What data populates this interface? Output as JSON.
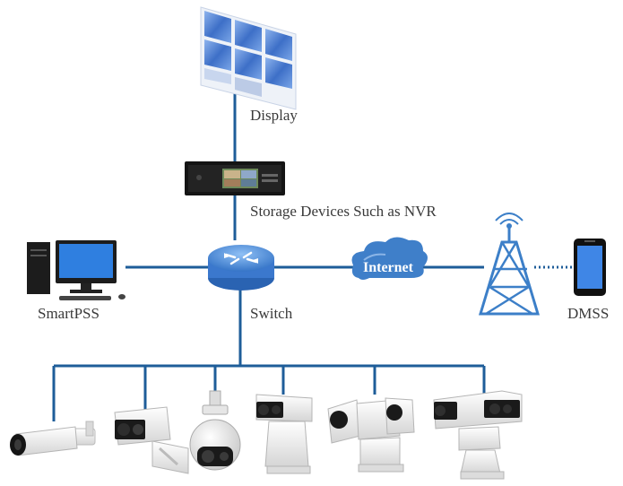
{
  "labels": {
    "display": "Display",
    "storage": "Storage Devices Such as NVR",
    "switch": "Switch",
    "smartpss": "SmartPSS",
    "internet": "Internet",
    "dmss": "DMSS"
  },
  "colors": {
    "wire": "#1e5d99",
    "screen_blue": "#4a7fd1",
    "router_blue": "#4f8de0",
    "cloud_blue": "#3f7fc9",
    "tower_blue": "#3c7fc8"
  },
  "icons": [
    "video-wall-icon",
    "nvr-icon",
    "router-icon",
    "pc-icon",
    "cloud-icon",
    "tower-icon",
    "phone-icon",
    "bullet-camera-icon",
    "thermal-box-camera-icon",
    "dome-camera-icon",
    "ptz-camera-icon",
    "dual-ptz-camera-icon",
    "long-range-ptz-camera-icon"
  ]
}
